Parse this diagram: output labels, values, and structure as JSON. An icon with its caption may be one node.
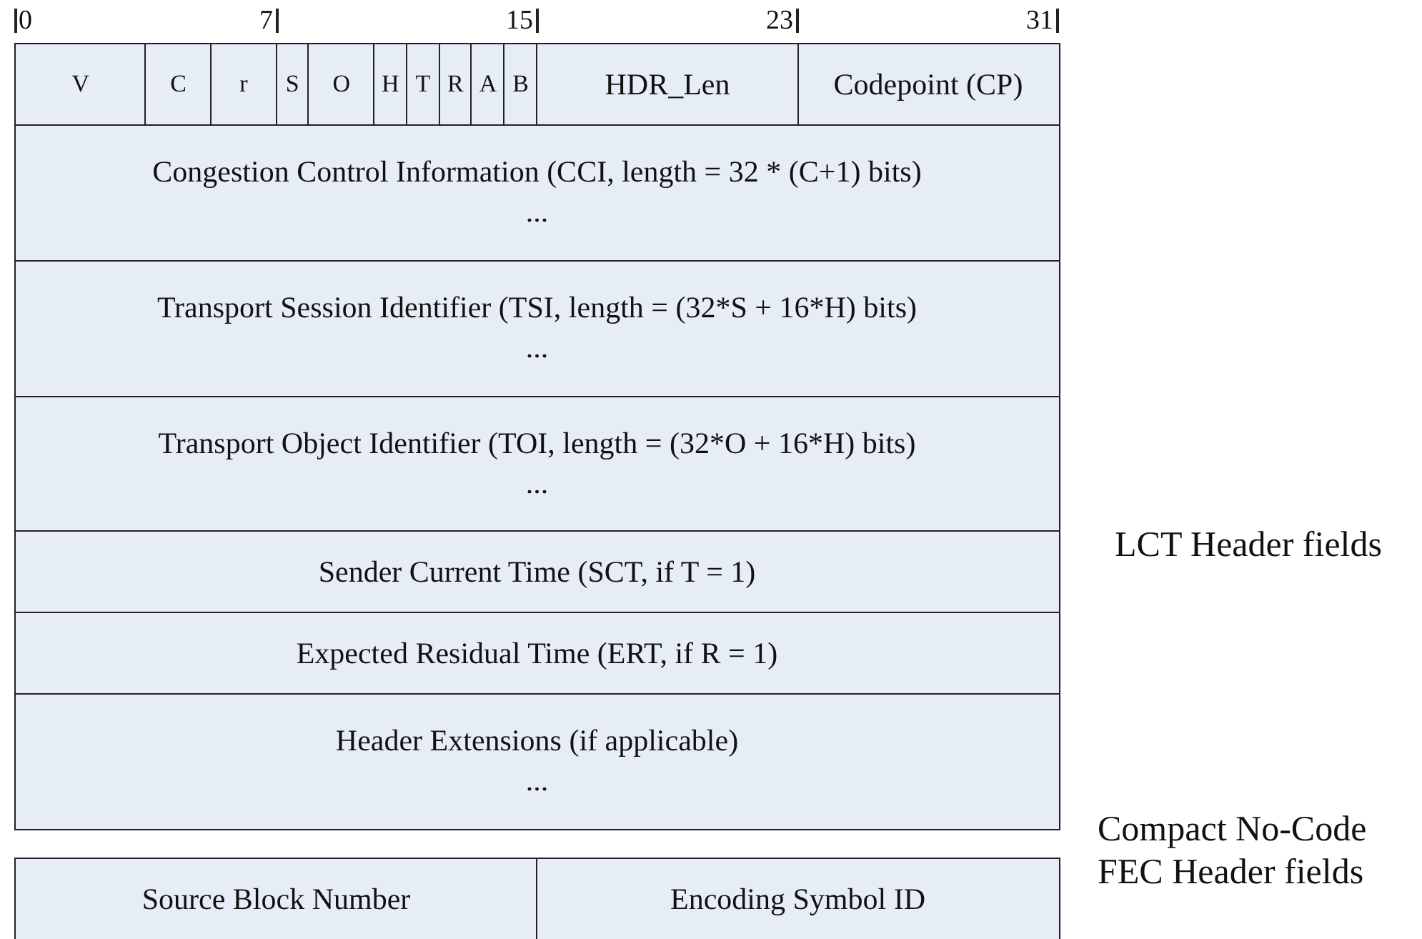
{
  "diagram": {
    "nodes": [
      {
        "text": [
          "V"
        ]
      },
      {
        "text": [
          "C"
        ]
      },
      {
        "text": [
          "r"
        ]
      },
      {
        "text": [
          "S"
        ]
      },
      {
        "text": [
          "O"
        ]
      },
      {
        "text": [
          "H"
        ]
      },
      {
        "text": [
          "T"
        ]
      },
      {
        "text": [
          "R"
        ]
      },
      {
        "text": [
          "A"
        ]
      },
      {
        "text": [
          "B"
        ]
      },
      {
        "text": [
          "HDR_Len"
        ]
      },
      {
        "text": [
          "Codepoint (CP)"
        ]
      },
      {
        "text": [
          "Congestion Control Information (CCI, length = 32 * (C+1) bits)",
          "..."
        ]
      },
      {
        "text": [
          "Transport Session Identifier (TSI, length = (32*S + 16*H) bits)",
          "..."
        ]
      },
      {
        "text": [
          "Transport Object Identifier (TOI, length = (32*O + 16*H) bits)",
          "..."
        ]
      },
      {
        "text": [
          "Sender Current Time (SCT, if T = 1)"
        ]
      },
      {
        "text": [
          "Expected Residual Time (ERT, if R = 1)"
        ]
      },
      {
        "text": [
          "Header Extensions (if applicable)",
          "..."
        ]
      },
      {
        "text": [
          "Source Block Number"
        ]
      },
      {
        "text": [
          "Encoding Symbol ID"
        ]
      }
    ],
    "labels": [
      "0",
      "7",
      "15",
      "23",
      "31",
      "LCT Header fields",
      "Compact No-Code FEC Header fields"
    ]
  }
}
